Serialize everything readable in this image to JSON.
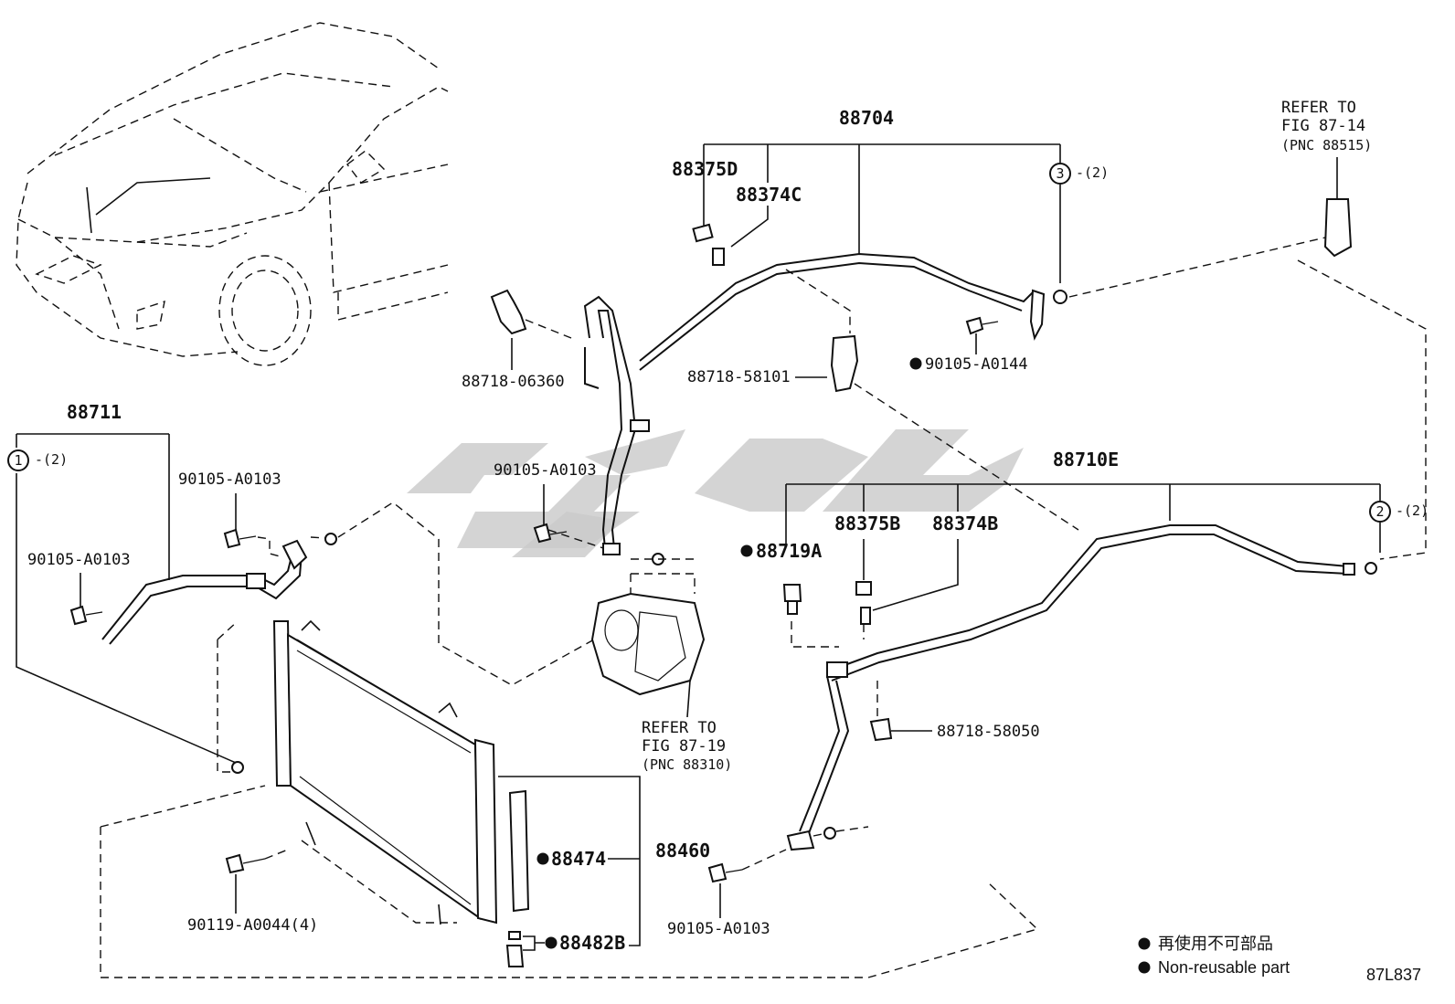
{
  "diagram_code": "87L837",
  "refs": {
    "fig_87_14": {
      "line1": "REFER TO",
      "line2": "FIG 87-14",
      "line3": "(PNC 88515)"
    },
    "fig_87_19": {
      "line1": "REFER TO",
      "line2": "FIG 87-19",
      "line3": "(PNC 88310)"
    }
  },
  "parts": {
    "p88704": "88704",
    "p88375D": "88375D",
    "p88374C": "88374C",
    "p88718_06360": "88718-06360",
    "p88718_58101": "88718-58101",
    "p90105_A0144": "90105-A0144",
    "p88711": "88711",
    "p90105_A0103_a": "90105-A0103",
    "p90105_A0103_b": "90105-A0103",
    "p90105_A0103_c": "90105-A0103",
    "p90105_A0103_d": "90105-A0103",
    "p88710E": "88710E",
    "p88719A": "88719A",
    "p88375B": "88375B",
    "p88374B": "88374B",
    "p88718_58050": "88718-58050",
    "p88460": "88460",
    "p88474": "88474",
    "p88482B": "88482B",
    "p90119_A0044": "90119-A0044(4)"
  },
  "callouts": {
    "c1": {
      "num": "1",
      "qty": "-(2)"
    },
    "c2": {
      "num": "2",
      "qty": "-(2)"
    },
    "c3": {
      "num": "3",
      "qty": "-(2)"
    }
  },
  "legend": {
    "jp": "再使用不可部品",
    "en": "Non-reusable part"
  }
}
